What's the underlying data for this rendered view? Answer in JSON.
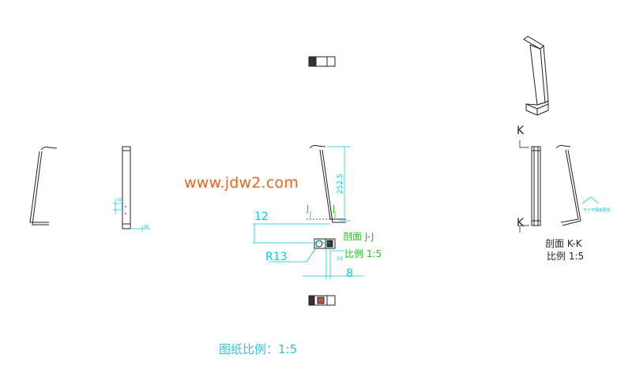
{
  "watermark": "www.jdw2.com",
  "drawing_scale": "图纸比例：1:5",
  "section_jj": {
    "title": "剖面 J-J",
    "scale": "比例 1:5",
    "cut_label_left": "J",
    "cut_label_right": "J"
  },
  "section_kk": {
    "title": "剖面 K-K",
    "scale": "比例 1:5",
    "cut_label_top": "K",
    "cut_label_bottom": "K",
    "note": "与十字钢板配机"
  },
  "dimensions": {
    "height": "252.5",
    "d12": "12",
    "r13": "R13",
    "d8": "8",
    "d30": "30",
    "d33": "33",
    "d32": "32"
  },
  "colors": {
    "line": "#222222",
    "dim_cyan": "#00c8e0",
    "section_green": "#22c322",
    "watermark": "#e8661c",
    "scale_cyan": "#2fc2d8"
  }
}
